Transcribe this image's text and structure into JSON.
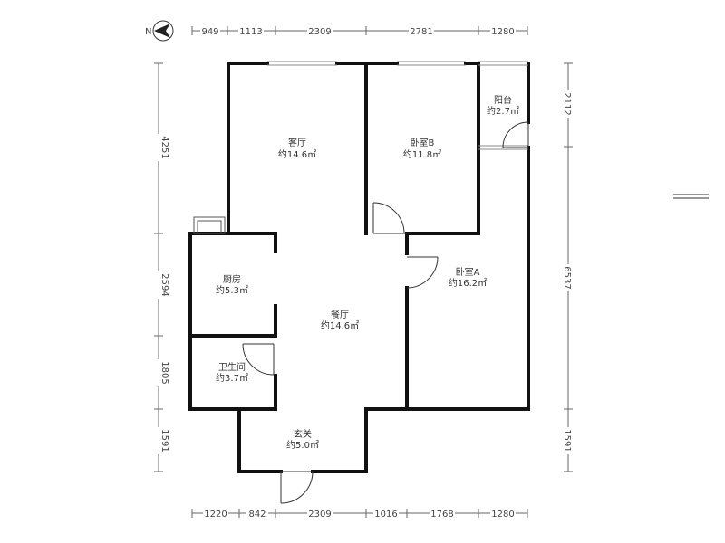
{
  "compass": {
    "label": "N",
    "icon": "north-arrow-icon"
  },
  "top_dimensions": [
    "949",
    "1113",
    "2309",
    "2781",
    "1280"
  ],
  "bottom_dimensions": [
    "1220",
    "842",
    "2309",
    "1016",
    "1768",
    "1280"
  ],
  "left_dimensions": [
    "4251",
    "2594",
    "1805",
    "1591"
  ],
  "right_dimensions": [
    "2112",
    "6537",
    "1591"
  ],
  "rooms": [
    {
      "name": "客厅",
      "area": "约14.6㎡"
    },
    {
      "name": "卧室B",
      "area": "约11.8㎡"
    },
    {
      "name": "阳台",
      "area": "约2.7㎡"
    },
    {
      "name": "厨房",
      "area": "约5.3㎡"
    },
    {
      "name": "餐厅",
      "area": "约14.6㎡"
    },
    {
      "name": "卧室A",
      "area": "约16.2㎡"
    },
    {
      "name": "卫生间",
      "area": "约3.7㎡"
    },
    {
      "name": "玄关",
      "area": "约5.0㎡"
    }
  ]
}
